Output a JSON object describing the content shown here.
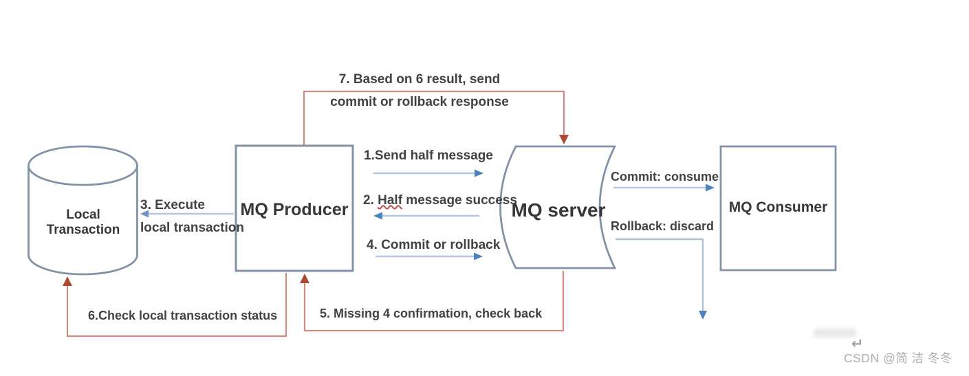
{
  "title": "MQ transactional message flow diagram",
  "nodes": {
    "local_transaction": {
      "label": "Local Transaction"
    },
    "mq_producer": {
      "label": "MQ Producer"
    },
    "mq_server": {
      "label": "MQ server"
    },
    "mq_consumer": {
      "label": "MQ Consumer"
    }
  },
  "edges": {
    "send_half": {
      "label": "1.Send half message"
    },
    "half_success": {
      "prefix": "2. ",
      "misspelled": "Half",
      "suffix": " message success"
    },
    "execute_local": {
      "label": "3. Execute\nlocal transaction"
    },
    "commit_rollback": {
      "label": "4. Commit or rollback"
    },
    "check_back": {
      "label": "5. Missing 4 confirmation, check back"
    },
    "check_status": {
      "label": "6.Check local transaction status"
    },
    "resend_response": {
      "label": "7. Based on 6 result, send\ncommit or rollback response"
    },
    "commit_consume": {
      "label": "Commit: consume"
    },
    "rollback_discard": {
      "label": "Rollback: discard"
    }
  },
  "watermark": {
    "return_symbol": "↵",
    "text": "CSDN @简 洁 冬冬"
  },
  "colors": {
    "node_border": "#8293a7",
    "blue_line": "#b6c9e4",
    "blue_head": "#4f81bd",
    "red_line": "#d08c80",
    "red_head": "#ad4a33",
    "text": "#424242",
    "watermark": "#aeaeae"
  }
}
